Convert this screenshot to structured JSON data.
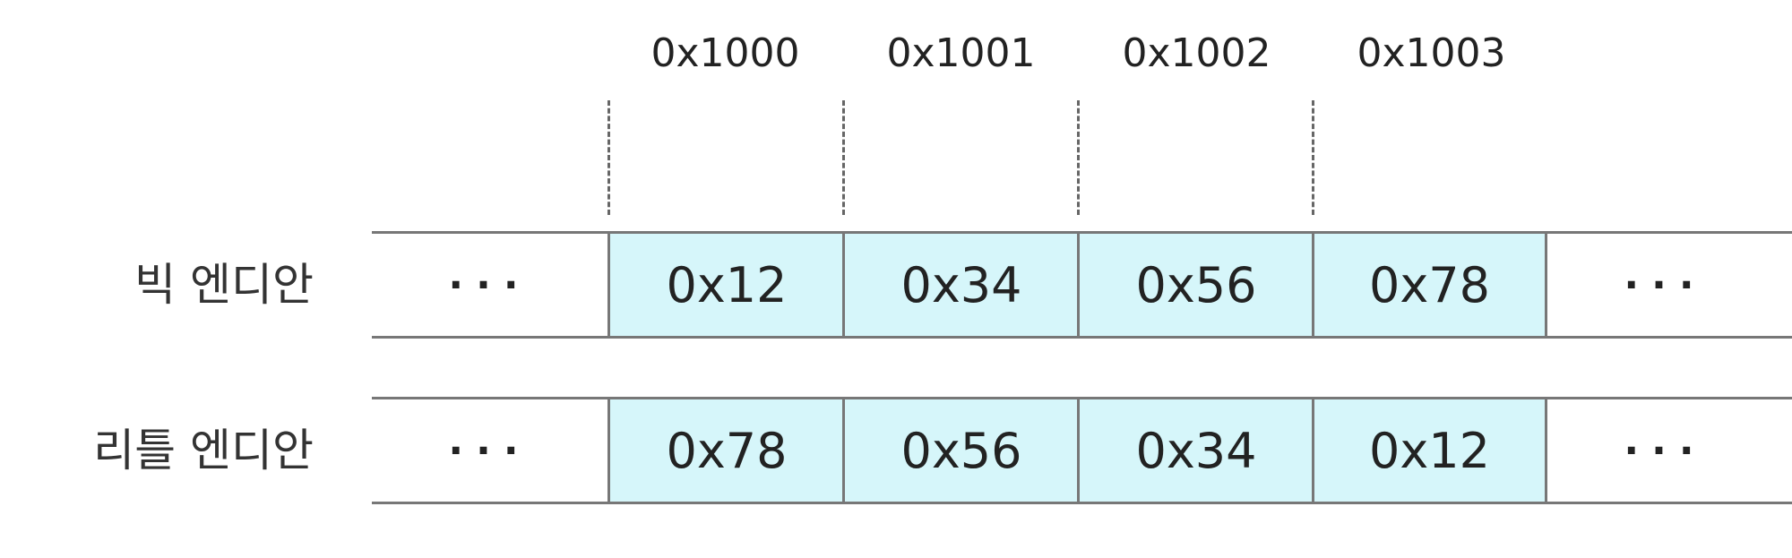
{
  "addresses": [
    "0x1000",
    "0x1001",
    "0x1002",
    "0x1003"
  ],
  "rows": [
    {
      "label": "빅 엔디안",
      "leading": "···",
      "bytes": [
        "0x12",
        "0x34",
        "0x56",
        "0x78"
      ],
      "trailing": "···"
    },
    {
      "label": "리틀 엔디안",
      "leading": "···",
      "bytes": [
        "0x78",
        "0x56",
        "0x34",
        "0x12"
      ],
      "trailing": "···"
    }
  ],
  "colors": {
    "byte_fill": "#d6f6fa",
    "border": "#777777",
    "dashed_guide": "#666666"
  }
}
